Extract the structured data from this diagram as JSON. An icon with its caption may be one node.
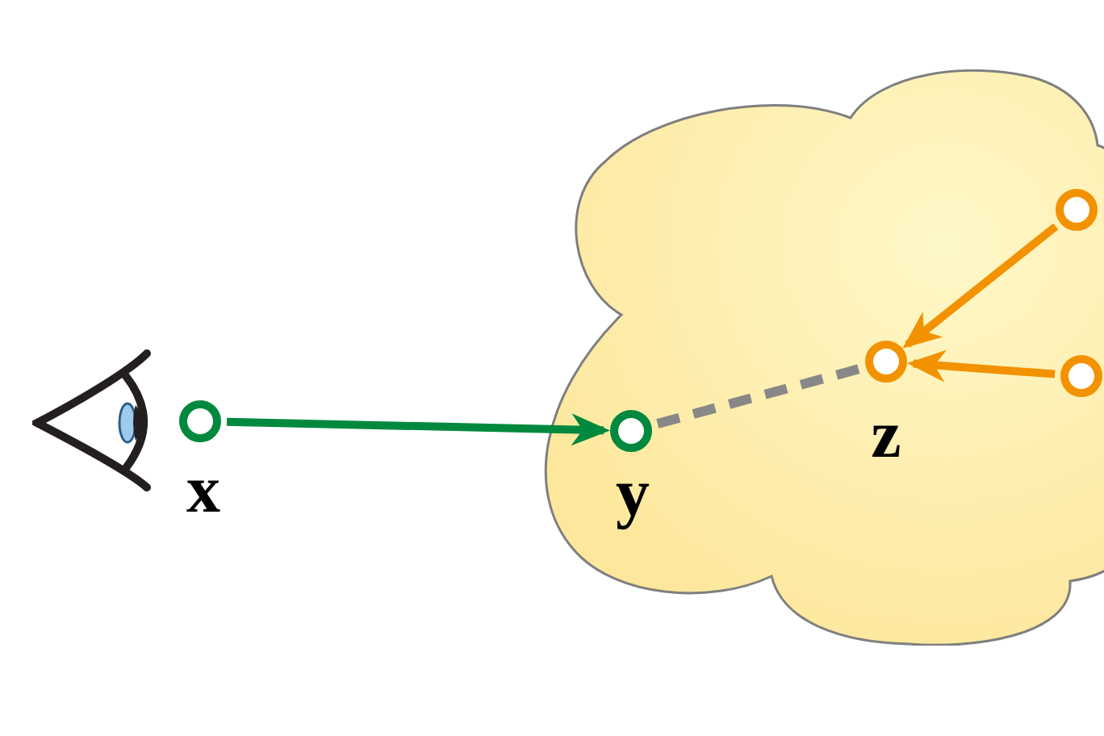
{
  "diagram": {
    "nodes": [
      {
        "text": [],
        "shape": "cloud"
      },
      {
        "text": [],
        "shape": "circle",
        "beside": [
          "x"
        ]
      },
      {
        "text": [],
        "shape": "circle",
        "beside": [
          "y"
        ],
        "in": 0
      },
      {
        "text": [],
        "shape": "circle",
        "beside": [
          "z"
        ],
        "in": 0
      },
      {
        "text": [],
        "shape": "circle",
        "in": 0
      },
      {
        "text": [],
        "shape": "circle",
        "in": 0
      }
    ],
    "edges": [
      {
        "from": 1,
        "to": 2,
        "arrow": "to",
        "color": "#00893e"
      },
      {
        "from": 2,
        "to": 3,
        "arrow": "none",
        "style": "dashed",
        "color": "#888888"
      },
      {
        "from": 4,
        "to": 3,
        "arrow": "to"
      },
      {
        "from": 5,
        "to": 3,
        "arrow": "to"
      }
    ]
  }
}
